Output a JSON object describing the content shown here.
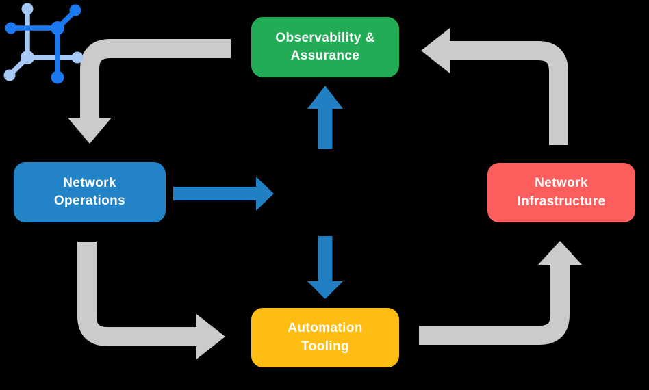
{
  "diagram": {
    "nodes": {
      "observability": {
        "line1": "Observability &",
        "line2": "Assurance",
        "color": "#22AC55"
      },
      "operations": {
        "line1": "Network",
        "line2": "Operations",
        "color": "#2283C6"
      },
      "infrastructure": {
        "line1": "Network",
        "line2": "Infrastructure",
        "color": "#FC5D5D"
      },
      "automation": {
        "line1": "Automation",
        "line2": "Tooling",
        "color": "#FEBD12"
      }
    },
    "center_icon": "network-fabric-icon",
    "edges": [
      {
        "from": "observability",
        "to": "operations",
        "style": "gray-elbow"
      },
      {
        "from": "operations",
        "to": "automation",
        "style": "gray-elbow"
      },
      {
        "from": "automation",
        "to": "infrastructure",
        "style": "gray-elbow"
      },
      {
        "from": "infrastructure",
        "to": "observability",
        "style": "gray-elbow"
      },
      {
        "from": "operations",
        "to": "center-icon",
        "style": "blue-straight"
      },
      {
        "from": "center-icon",
        "to": "observability",
        "style": "blue-straight"
      },
      {
        "from": "center-icon",
        "to": "automation",
        "style": "blue-straight"
      }
    ],
    "colors": {
      "background": "#000000",
      "text": "#FFFFFF",
      "arrow_gray": "#CBCBCB",
      "arrow_blue": "#2180C3",
      "icon_dark_blue": "#1B7AF2",
      "icon_light_blue": "#A6C9F6"
    }
  }
}
